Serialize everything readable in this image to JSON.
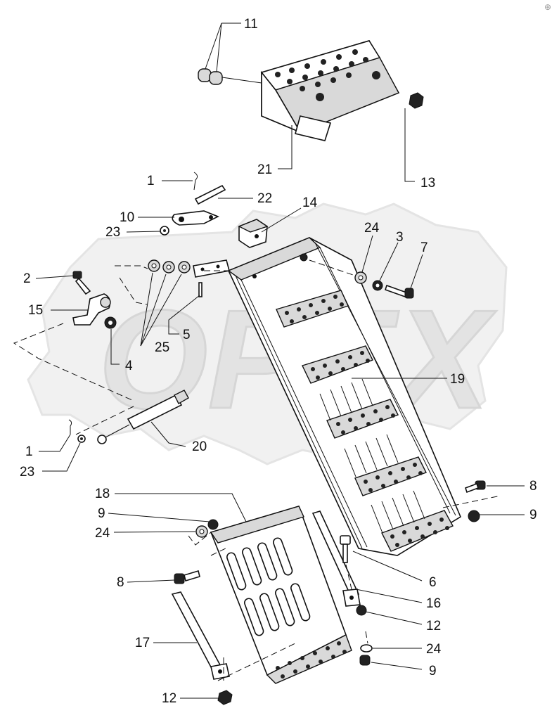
{
  "watermark": {
    "text": "OPEX",
    "color": "#e6e6e6"
  },
  "labels": {
    "l11": "11",
    "l21": "21",
    "l13": "13",
    "l1a": "1",
    "l22": "22",
    "l10": "10",
    "l23a": "23",
    "l14": "14",
    "l24a": "24",
    "l3": "3",
    "l7": "7",
    "l2": "2",
    "l15": "15",
    "l5": "5",
    "l25": "25",
    "l4": "4",
    "l19": "19",
    "l1b": "1",
    "l23b": "23",
    "l20": "20",
    "l18": "18",
    "l8a": "8",
    "l9a": "9",
    "l9b": "9",
    "l24b": "24",
    "l8b": "8",
    "l6": "6",
    "l16": "16",
    "l12a": "12",
    "l17": "17",
    "l24c": "24",
    "l9c": "9",
    "l12b": "12"
  }
}
